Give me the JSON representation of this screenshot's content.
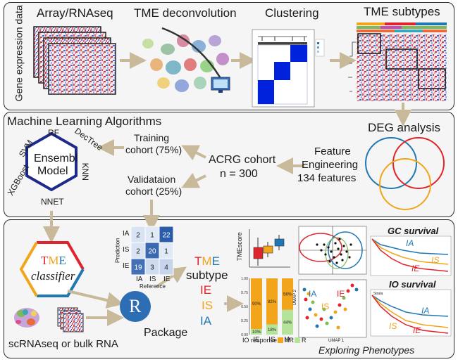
{
  "top": {
    "side_label": "Gene expression data",
    "array_label": "Array/RNAseq",
    "tme_deconv_label": "TME deconvolution",
    "clustering_label": "Clustering",
    "clustering_mini_title": "consensus matrix k=3",
    "tme_subtypes_label": "TME subtypes"
  },
  "middle": {
    "ml_title": "Machine Learning Algorithms",
    "ensembl_line1": "Ensembl",
    "ensembl_line2": "Model",
    "algorithms": [
      "RF",
      "DecTree",
      "KNN",
      "NNET",
      "XGBoost",
      "SVM"
    ],
    "training_line1": "Training",
    "training_line2": "cohort (75%)",
    "validation_line1": "Validataion",
    "validation_line2": "cohort (25%)",
    "acrg_line1": "ACRG cohort",
    "acrg_line2": "n = 300",
    "feature_line1": "Feature",
    "feature_line2": "Engineering",
    "feature_line3": "134 features",
    "deg_label": "DEG analysis"
  },
  "bottom": {
    "classifier_tme": "TME",
    "classifier_word": "classifier",
    "scrna_label": "scRNAseq or bulk RNA",
    "package_label": "Package",
    "r_letter": "R",
    "subtype_tme": "TME",
    "subtype_word": "subtype",
    "subtypes": [
      "IE",
      "IS",
      "IA"
    ],
    "confusion": {
      "ylabel": "Prediction",
      "xlabel": "Reference",
      "labels": [
        "IA",
        "IS",
        "IE"
      ],
      "matrix": [
        [
          2,
          1,
          22
        ],
        [
          2,
          20,
          1
        ],
        [
          19,
          3,
          4
        ]
      ]
    },
    "tmescore_label": "TMEscore",
    "io_response_label": "IO response",
    "nr_label": "NR",
    "r_label": "R",
    "gc_survival": "GC survival",
    "io_survival": "IO survival",
    "exploring": "Exploring Phenotypes",
    "umap_x": "UMAP 1",
    "umap_y": "UMAP 2",
    "strata_label": "Strata",
    "curve_labels": [
      "IA",
      "IS",
      "IE"
    ]
  },
  "colors": {
    "IE": "#e0242b",
    "IS": "#f2a51a",
    "IA": "#1f77b4",
    "arrow": "#c8b99a",
    "navy": "#1e2a8a"
  },
  "chart_data": [
    {
      "type": "heatmap",
      "title": "",
      "xlabel": "Reference",
      "ylabel": "Prediction",
      "x_categories": [
        "IA",
        "IS",
        "IE"
      ],
      "y_categories": [
        "IA",
        "IS",
        "IE"
      ],
      "values": [
        [
          2,
          1,
          22
        ],
        [
          2,
          20,
          1
        ],
        [
          19,
          3,
          4
        ]
      ]
    },
    {
      "type": "bar",
      "stacked": true,
      "categories": [
        "IE",
        "IS",
        "IA"
      ],
      "ylim": [
        0,
        1.0
      ],
      "yticks": [
        "0.00",
        "0.25",
        "0.50",
        "0.75",
        "1.00"
      ],
      "series": [
        {
          "name": "NR",
          "values": [
            0.9,
            0.82,
            0.56
          ],
          "labels": [
            "90%",
            "82%",
            "56%"
          ]
        },
        {
          "name": "R",
          "values": [
            0.1,
            0.18,
            0.44
          ],
          "labels": [
            "10%",
            "18%",
            "44%"
          ]
        }
      ],
      "legend_title": "IO response"
    }
  ]
}
